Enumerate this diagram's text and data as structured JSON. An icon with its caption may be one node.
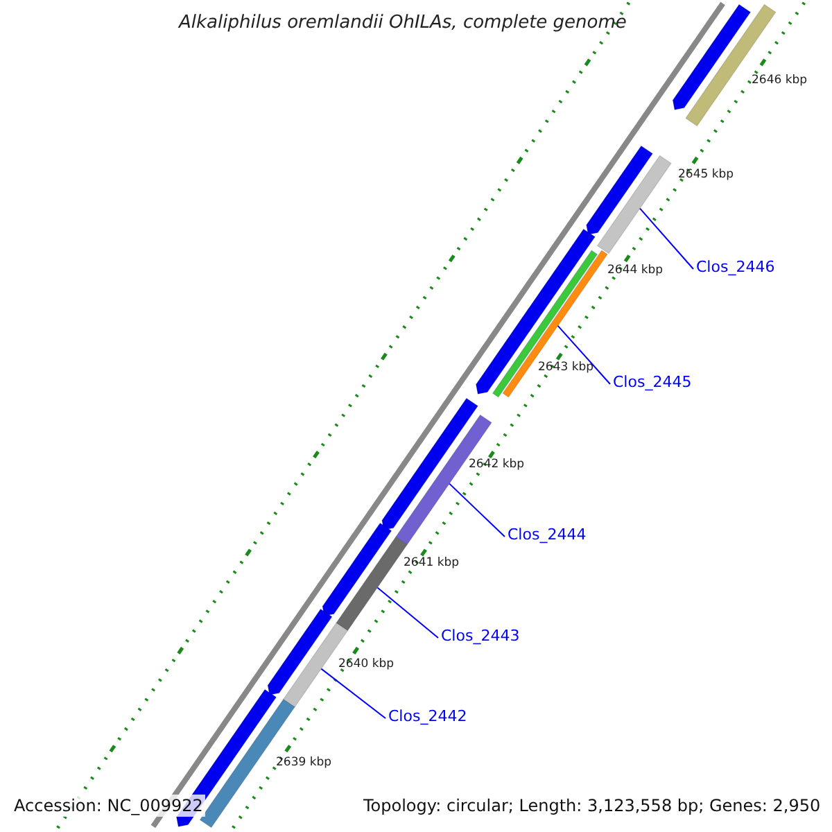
{
  "diagram": {
    "title": "Alkaliphilus oremlandii OhILAs, complete genome",
    "nodes": [
      {
        "text": [
          "Clos_2446"
        ]
      },
      {
        "text": [
          "Clos_2445"
        ]
      },
      {
        "text": [
          "Clos_2444"
        ]
      },
      {
        "text": [
          "Clos_2443"
        ]
      },
      {
        "text": [
          "Clos_2442"
        ]
      },
      {
        "text": [],
        "shape": "bar"
      },
      {
        "text": [],
        "shape": "bar"
      },
      {
        "text": [],
        "shape": "bar"
      },
      {
        "text": [],
        "shape": "bar"
      },
      {
        "text": [],
        "shape": "bar"
      }
    ],
    "edges": [
      {
        "from": 0,
        "to": 5,
        "arrow": "none"
      },
      {
        "from": 1,
        "to": 6,
        "arrow": "none"
      },
      {
        "from": 2,
        "to": 7,
        "arrow": "none"
      },
      {
        "from": 3,
        "to": 8,
        "arrow": "none"
      },
      {
        "from": 4,
        "to": 9,
        "arrow": "none"
      }
    ],
    "labels": [
      "2646 kbp",
      "2645 kbp",
      "2644 kbp",
      "2643 kbp",
      "2642 kbp",
      "2641 kbp",
      "2640 kbp",
      "2639 kbp",
      "Accession: NC_009922",
      "Topology: circular; Length: 3,123,558 bp; Genes: 2,950"
    ]
  }
}
